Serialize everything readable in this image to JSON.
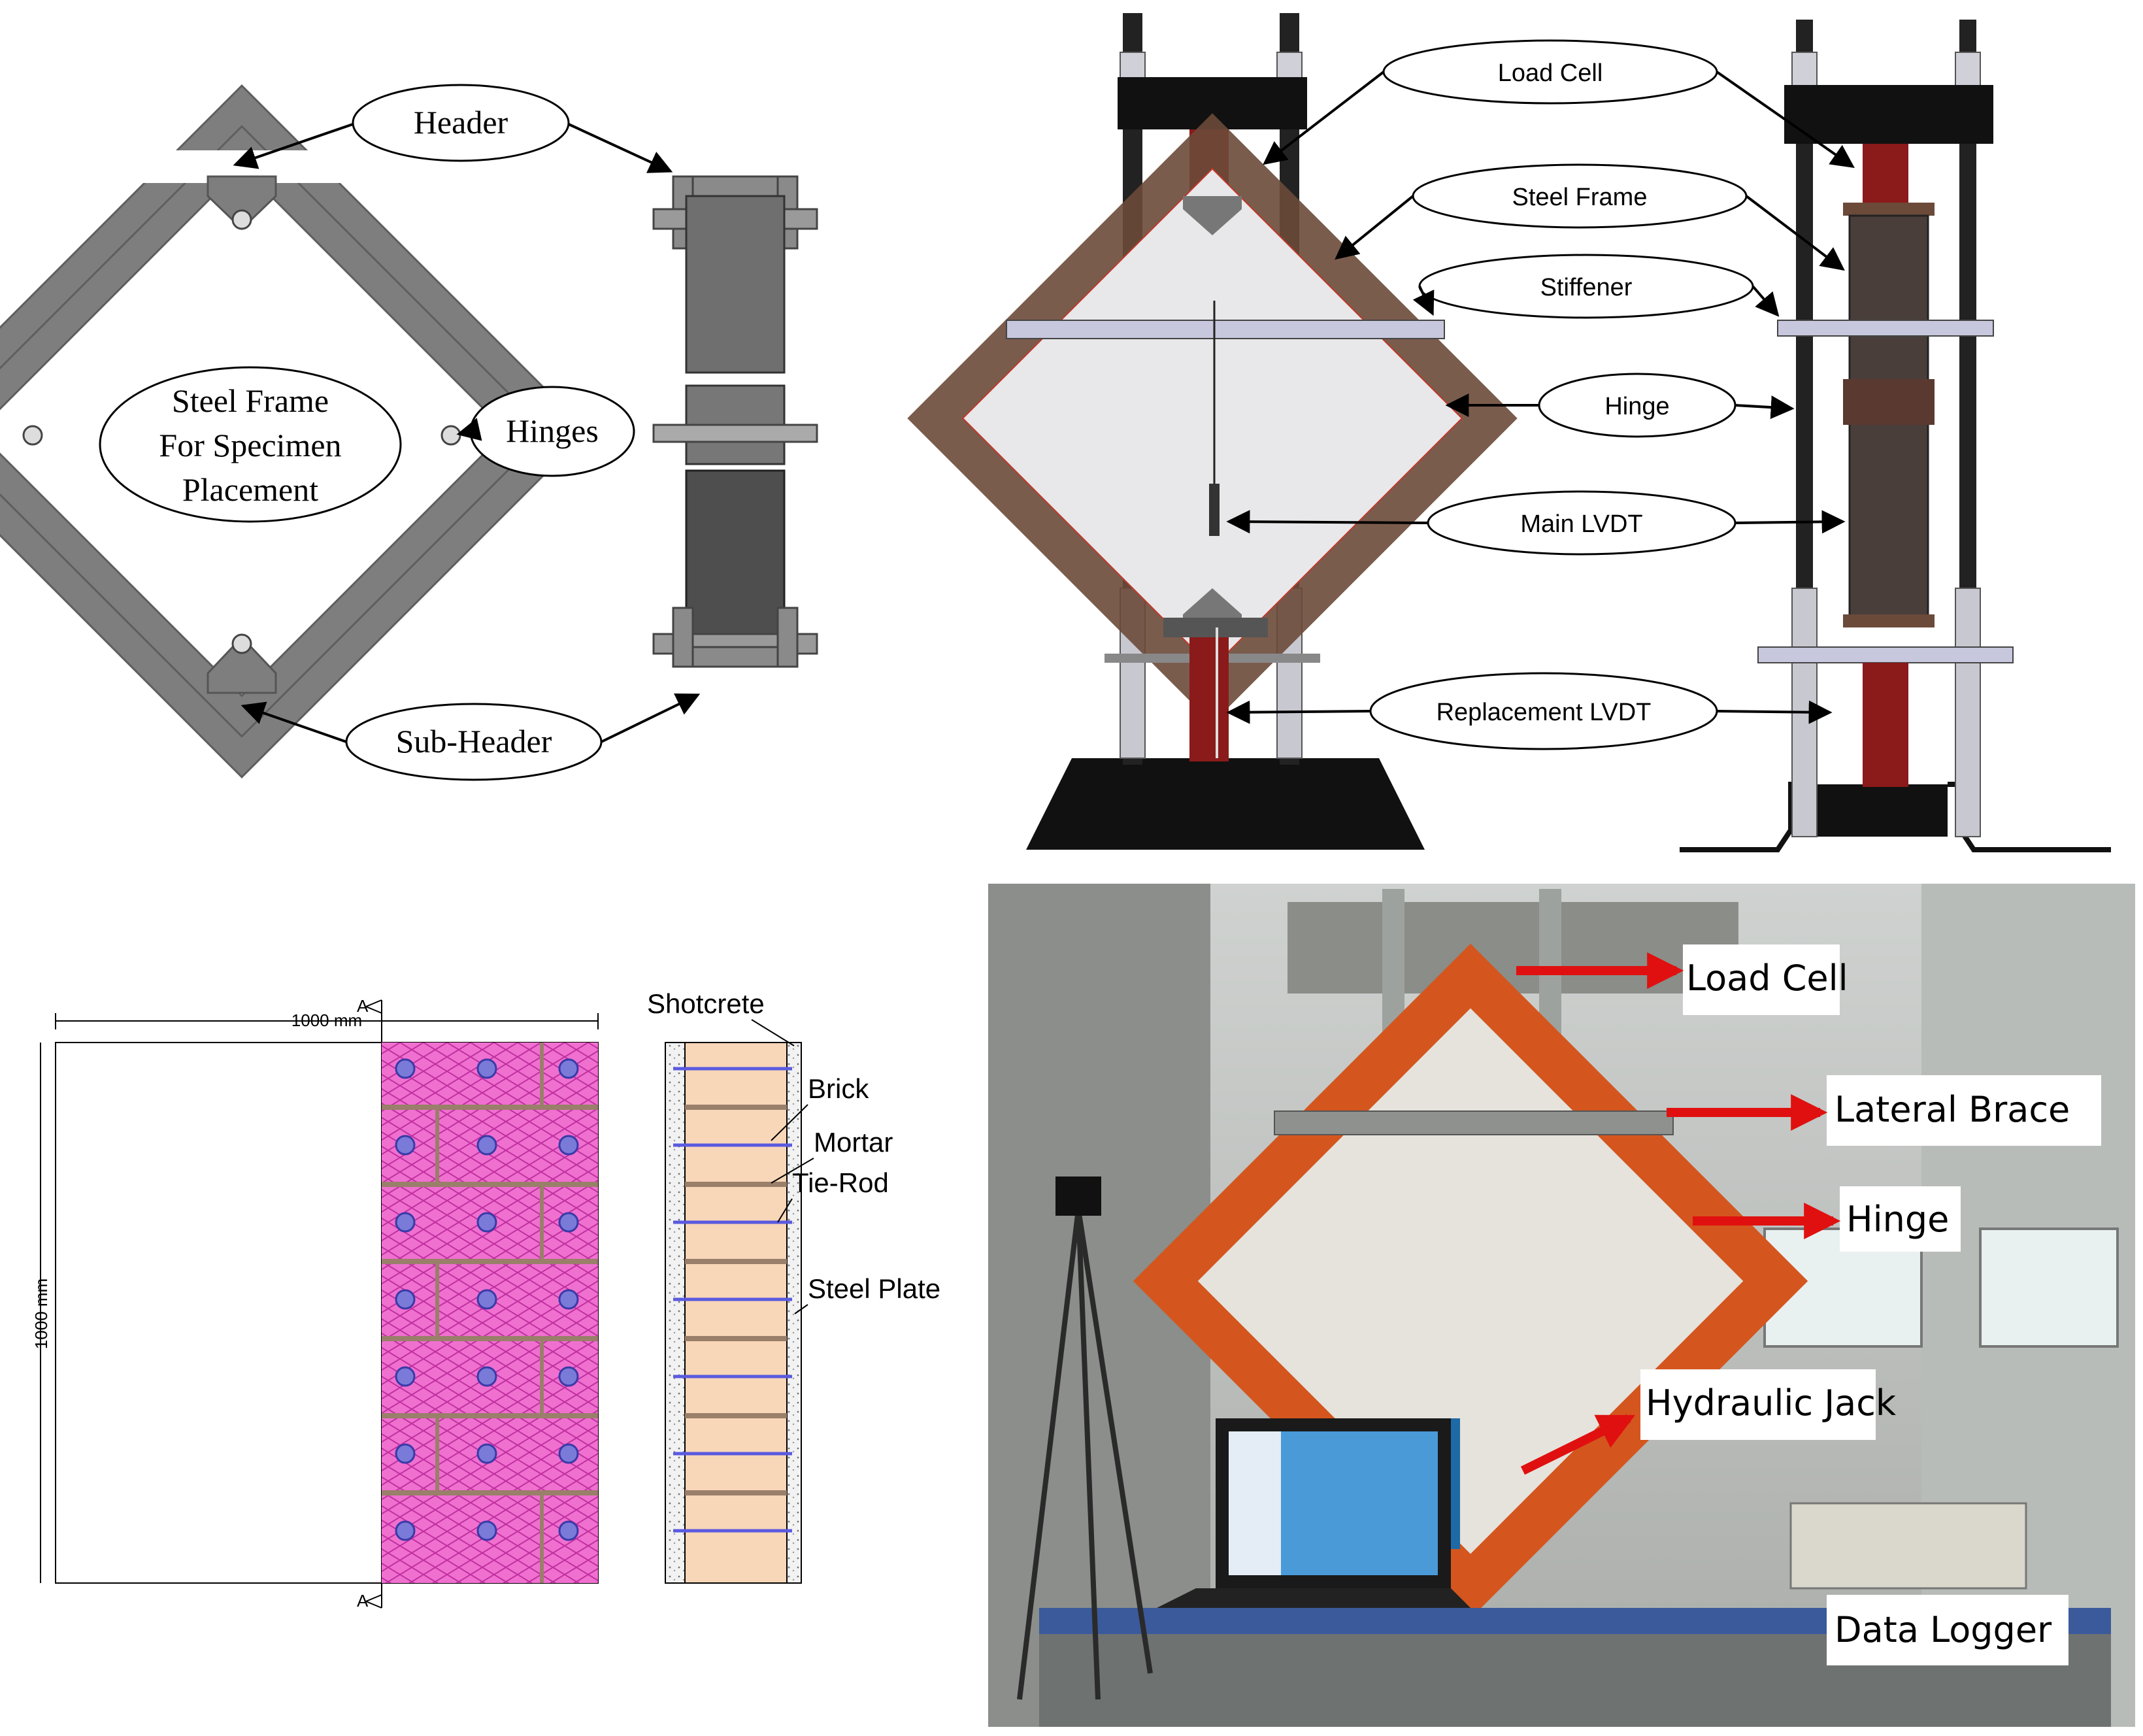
{
  "panel_a": {
    "header": "Header",
    "frame_line1": "Steel Frame",
    "frame_line2": "For Specimen",
    "frame_line3": "Placement",
    "hinges": "Hinges",
    "subheader": "Sub-Header"
  },
  "panel_b": {
    "load_cell": "Load Cell",
    "steel_frame": "Steel Frame",
    "stiffener": "Stiffener",
    "hinge": "Hinge",
    "main_lvdt": "Main LVDT",
    "replacement_lvdt": "Replacement LVDT"
  },
  "panel_c": {
    "dim_width": "1000 mm",
    "dim_height": "1000 mm",
    "section_mark": "A",
    "shotcrete": "Shotcrete",
    "brick": "Brick",
    "mortar": "Mortar",
    "tie_rod": "Tie-Rod",
    "steel_plate": "Steel Plate"
  },
  "panel_d": {
    "load_cell": "Load Cell",
    "lateral_brace": "Lateral Brace",
    "hinge": "Hinge",
    "hydraulic_jack": "Hydraulic Jack",
    "data_logger": "Data Logger"
  },
  "colors": {
    "steel_grey": "#8a8a8a",
    "frame_brown": "#6b4a3a",
    "red_ram": "#8b1a1a",
    "mesh_pink": "#f060c8",
    "brick_peach": "#f8d6b8",
    "arrow_red": "#e01010",
    "photo_orange": "#d4561e"
  }
}
